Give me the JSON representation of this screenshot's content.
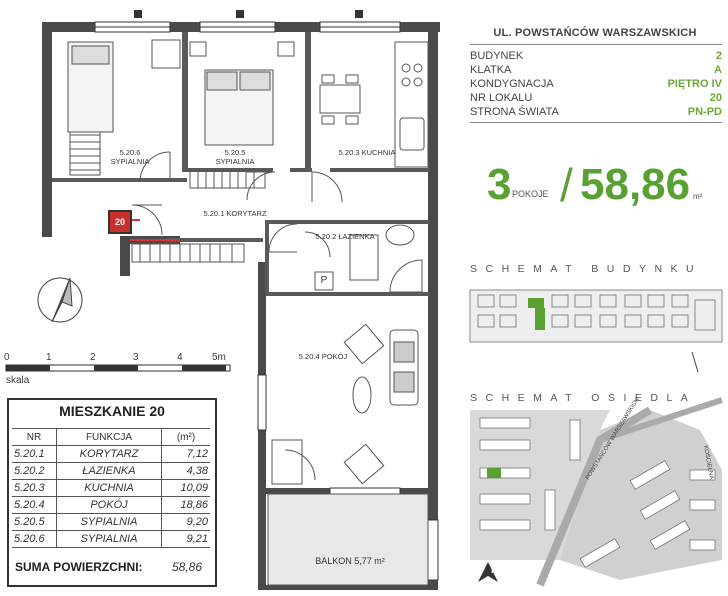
{
  "header": {
    "street": "UL. POWSTAŃCÓW WARSZAWSKICH",
    "rows": [
      {
        "label": "BUDYNEK",
        "value": "2"
      },
      {
        "label": "KLATKA",
        "value": "A"
      },
      {
        "label": "KONDYGNACJA",
        "value": "PIĘTRO IV"
      },
      {
        "label": "NR LOKALU",
        "value": "20"
      },
      {
        "label": "STRONA ŚWIATA",
        "value": "PN-PD"
      }
    ]
  },
  "summary": {
    "rooms_count": "3",
    "rooms_word": "POKOJE",
    "area": "58,86",
    "area_unit": "m²"
  },
  "schemat_budynku": "SCHEMAT BUDYNKU",
  "schemat_osiedla": "SCHEMAT OSIEDLA",
  "estate_map": {
    "street_label": "POWSTAŃCÓW WARSZAWSKICH",
    "side_street": "KOŚCIELNA",
    "north": "N"
  },
  "scale": {
    "ticks": [
      "0",
      "1",
      "2",
      "3",
      "4",
      "5m"
    ],
    "label": "skala"
  },
  "plan": {
    "unit_badge": "20",
    "rooms": [
      {
        "code": "5.20.6",
        "name": "SYPIALNIA"
      },
      {
        "code": "5.20.5",
        "name": "SYPIALNIA"
      },
      {
        "code": "5.20.3",
        "name": "KUCHNIA"
      },
      {
        "code": "5.20.1",
        "name": "KORYTARZ"
      },
      {
        "code": "5.20.2",
        "name": "ŁAZIENKA"
      },
      {
        "code": "5.20.4",
        "name": "POKÓJ"
      }
    ],
    "balcony": "BALKON 5,77 m²",
    "wc_symbol": "P"
  },
  "table": {
    "title": "MIESZKANIE 20",
    "headers": [
      "NR",
      "FUNKCJA",
      "(m²)"
    ],
    "rows": [
      [
        "5.20.1",
        "KORYTARZ",
        "7,12"
      ],
      [
        "5.20.2",
        "ŁAZIENKA",
        "4,38"
      ],
      [
        "5.20.3",
        "KUCHNIA",
        "10,09"
      ],
      [
        "5.20.4",
        "POKÓJ",
        "18,86"
      ],
      [
        "5.20.5",
        "SYPIALNIA",
        "9,20"
      ],
      [
        "5.20.6",
        "SYPIALNIA",
        "9,21"
      ]
    ],
    "sum_label": "SUMA POWIERZCHNI:",
    "sum_value": "58,86"
  }
}
